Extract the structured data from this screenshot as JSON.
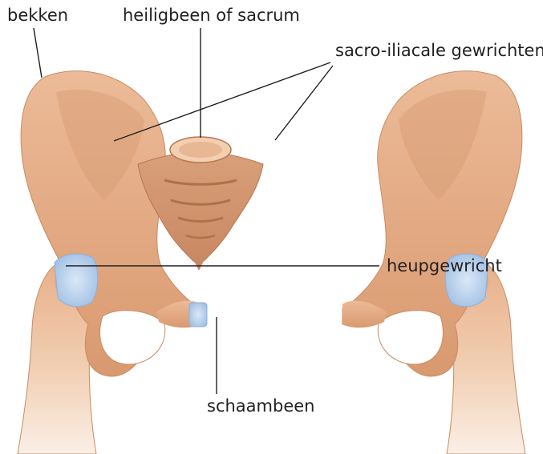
{
  "labels": {
    "pelvis": "bekken",
    "sacrum": "heiligbeen of sacrum",
    "sacroiliac_joints": "sacro-iliacale gewrichten",
    "hip_joint": "heupgewricht",
    "pubic_bone": "schaambeen"
  },
  "colors": {
    "bone": "#e3ab86",
    "bone_dark": "#c98a63",
    "bone_light": "#f4cdb0",
    "cartilage": "#b9d3ef",
    "leader_line": "#231f20",
    "femur_light": "#f7e3d2"
  }
}
